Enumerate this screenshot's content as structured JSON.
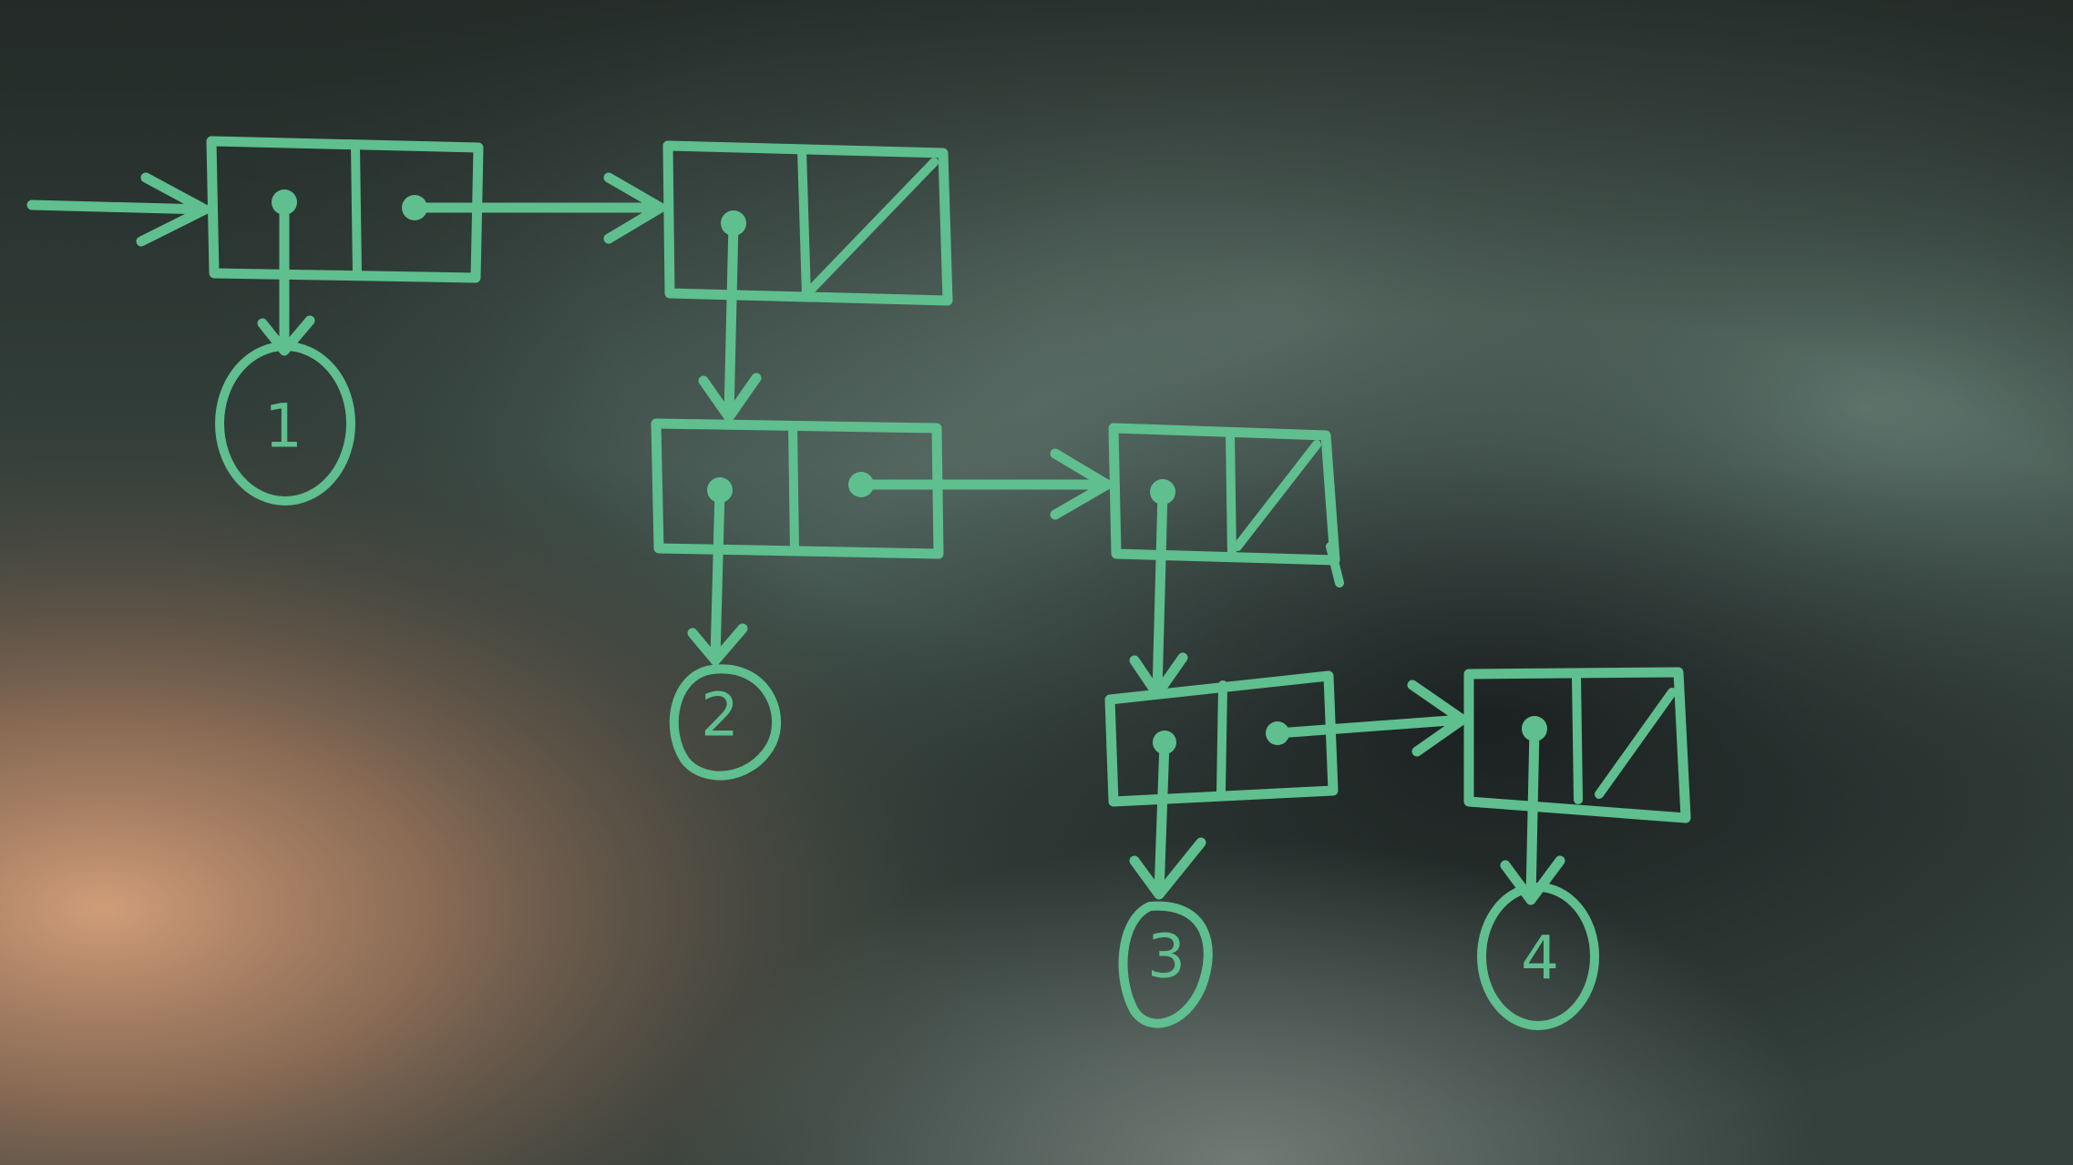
{
  "scene": {
    "description_kind": "photo of chalk drawing on blackboard",
    "chalk_color": "#5fbf8e",
    "board_color": "#2f3a36",
    "smudge_color": "#6f8a80",
    "glare_color": "#c89a78"
  },
  "value_nodes": [
    {
      "label": "1"
    },
    {
      "label": "2"
    },
    {
      "label": "3"
    },
    {
      "label": "4"
    }
  ]
}
